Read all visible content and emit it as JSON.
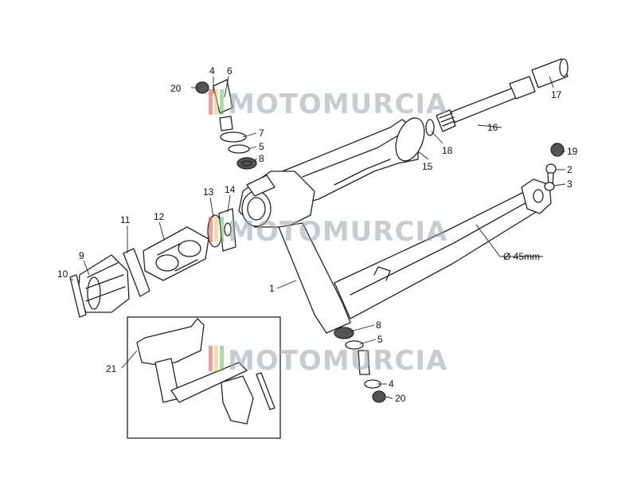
{
  "watermark": {
    "text": "MOTOMURCIA"
  },
  "callouts": [
    {
      "id": "1",
      "label": "1"
    },
    {
      "id": "2",
      "label": "2"
    },
    {
      "id": "3",
      "label": "3"
    },
    {
      "id": "4a",
      "label": "4"
    },
    {
      "id": "4b",
      "label": "4"
    },
    {
      "id": "5a",
      "label": "5"
    },
    {
      "id": "5b",
      "label": "5"
    },
    {
      "id": "6",
      "label": "6"
    },
    {
      "id": "7",
      "label": "7"
    },
    {
      "id": "8a",
      "label": "8"
    },
    {
      "id": "8b",
      "label": "8"
    },
    {
      "id": "9",
      "label": "9"
    },
    {
      "id": "10",
      "label": "10"
    },
    {
      "id": "11",
      "label": "11"
    },
    {
      "id": "12",
      "label": "12"
    },
    {
      "id": "13",
      "label": "13"
    },
    {
      "id": "14",
      "label": "14"
    },
    {
      "id": "15",
      "label": "15"
    },
    {
      "id": "16",
      "label": "16"
    },
    {
      "id": "17",
      "label": "17"
    },
    {
      "id": "18",
      "label": "18"
    },
    {
      "id": "19",
      "label": "19"
    },
    {
      "id": "20a",
      "label": "20"
    },
    {
      "id": "20b",
      "label": "20"
    },
    {
      "id": "21",
      "label": "21"
    }
  ],
  "dimension": {
    "label": "Ø 45mm"
  },
  "colors": {
    "line": "#222222",
    "watermark": "#9aa3ad",
    "wm_red": "#d9534f",
    "wm_yellow": "#e8c547",
    "wm_green": "#6fb56f"
  }
}
